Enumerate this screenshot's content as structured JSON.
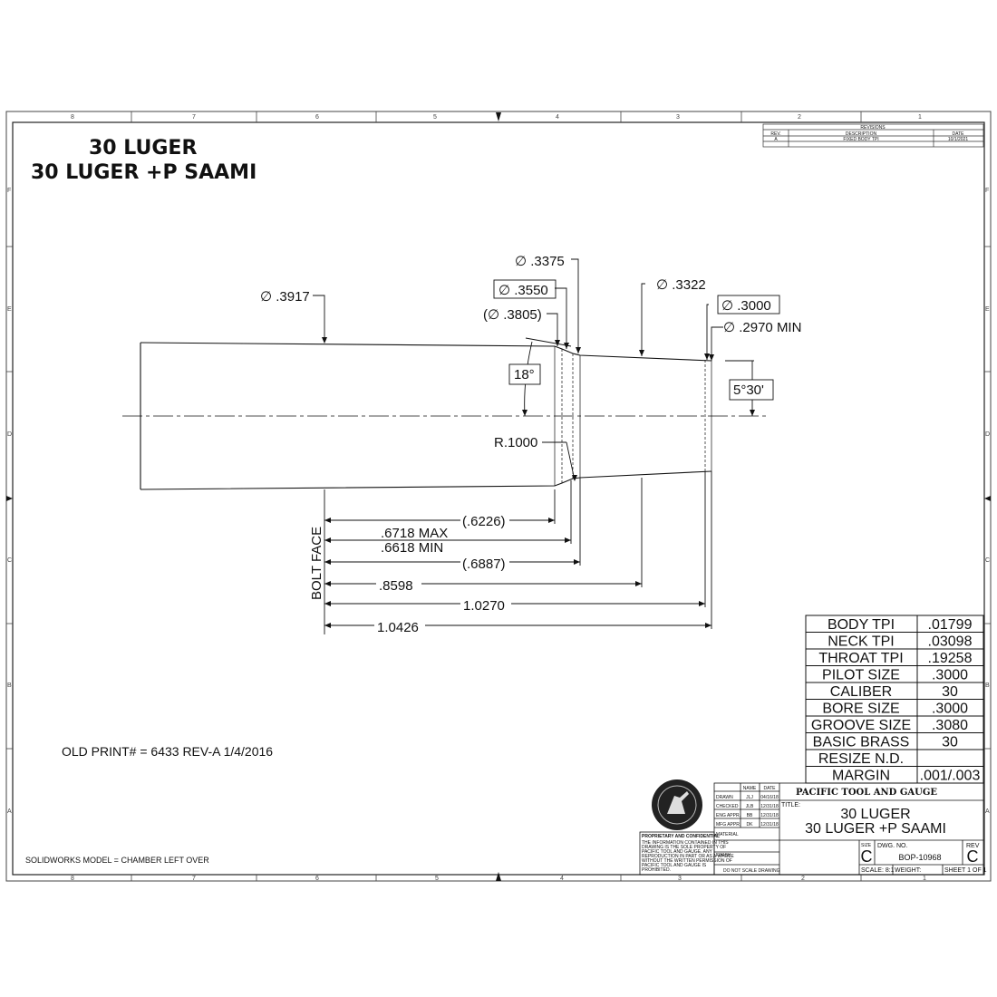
{
  "title": {
    "line1": "30 LUGER",
    "line2": "30 LUGER +P SAAMI"
  },
  "border": {
    "top_numbers": [
      "8",
      "7",
      "6",
      "5",
      "4",
      "3",
      "2",
      "1"
    ],
    "bottom_numbers": [
      "8",
      "7",
      "6",
      "5",
      "4",
      "3",
      "2",
      "1"
    ],
    "side_letters": [
      "F",
      "E",
      "D",
      "C",
      "B",
      "A"
    ]
  },
  "revisions": {
    "title": "REVISIONS",
    "headers": [
      "REV.",
      "DESCRIPTION",
      "DATE"
    ],
    "rows": [
      {
        "rev": "A",
        "description": "FIXED BODY TPI",
        "date": "10/1/2021"
      }
    ]
  },
  "dimensions": {
    "dia_3917": "∅ .3917",
    "dia_3375": "∅ .3375",
    "dia_3550": "∅ .3550",
    "dia_3805": "(∅ .3805)",
    "dia_3322": "∅ .3322",
    "dia_3000": "∅ .3000",
    "dia_2970": "∅ .2970 MIN",
    "angle_shoulder": "18°",
    "angle_throat": "5°30'",
    "radius": "R.1000",
    "bolt_face": "BOLT FACE",
    "len_6226": "(.6226)",
    "len_6718": ".6718 MAX",
    "len_6618": ".6618 MIN",
    "len_6887": "(.6887)",
    "len_8598": ".8598",
    "len_10270": "1.0270",
    "len_10426": "1.0426"
  },
  "spec_table": [
    {
      "label": "BODY TPI",
      "value": ".01799"
    },
    {
      "label": "NECK TPI",
      "value": ".03098"
    },
    {
      "label": "THROAT TPI",
      "value": ".19258"
    },
    {
      "label": "PILOT SIZE",
      "value": ".3000"
    },
    {
      "label": "CALIBER",
      "value": "30"
    },
    {
      "label": "BORE SIZE",
      "value": ".3000"
    },
    {
      "label": "GROOVE SIZE",
      "value": ".3080"
    },
    {
      "label": "BASIC BRASS",
      "value": "30"
    },
    {
      "label": "RESIZE N.D.",
      "value": ""
    },
    {
      "label": "MARGIN",
      "value": ".001/.003"
    }
  ],
  "notes": {
    "old_print": "OLD PRINT# = 6433 REV-A  1/4/2016",
    "solidworks": "SOLIDWORKS MODEL = CHAMBER LEFT OVER"
  },
  "title_block": {
    "company": "PACIFIC TOOL AND GAUGE",
    "title_label": "TITLE:",
    "title_line1": "30 LUGER",
    "title_line2": "30 LUGER +P SAAMI",
    "size_label": "SIZE",
    "size_value": "C",
    "dwg_label": "DWG.  NO.",
    "dwg_no": "BOP-10968",
    "rev_label": "REV",
    "rev_value": "C",
    "scale": "SCALE: 8:1",
    "weight": "WEIGHT:",
    "sheet": "SHEET 1 OF 1",
    "material": "MATERIAL",
    "finish": "FINISH",
    "do_not_scale": "DO NOT SCALE DRAWING",
    "proprietary_title": "PROPRIETARY AND CONFIDENTIAL",
    "proprietary_text": [
      "THE INFORMATION CONTAINED IN THIS",
      "DRAWING IS THE SOLE PROPERTY OF",
      "PACIFIC TOOL AND GAUGE. ANY",
      "REPRODUCTION IN PART OR AS A WHOLE",
      "WITHOUT THE WRITTEN PERMISSION OF",
      "PACIFIC TOOL AND GAUGE IS",
      "PROHIBITED."
    ],
    "sig_headers": [
      "NAME",
      "DATE"
    ],
    "sig_rows": [
      {
        "role": "DRAWN",
        "name": "JLJ",
        "date": "04/16/18"
      },
      {
        "role": "CHECKED",
        "name": "JLB",
        "date": "12/31/18"
      },
      {
        "role": "ENG APPR.",
        "name": "BB",
        "date": "12/31/18"
      },
      {
        "role": "MFG APPR.",
        "name": "DK",
        "date": "12/31/18"
      }
    ]
  }
}
